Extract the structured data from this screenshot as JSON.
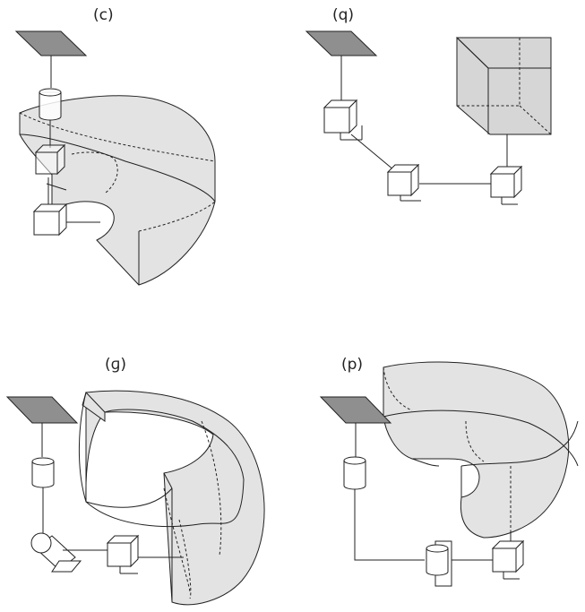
{
  "panels": {
    "c": {
      "label": "(c)"
    },
    "q": {
      "label": "(q)"
    },
    "g": {
      "label": "(ɡ)"
    },
    "p": {
      "label": "(p)"
    }
  }
}
